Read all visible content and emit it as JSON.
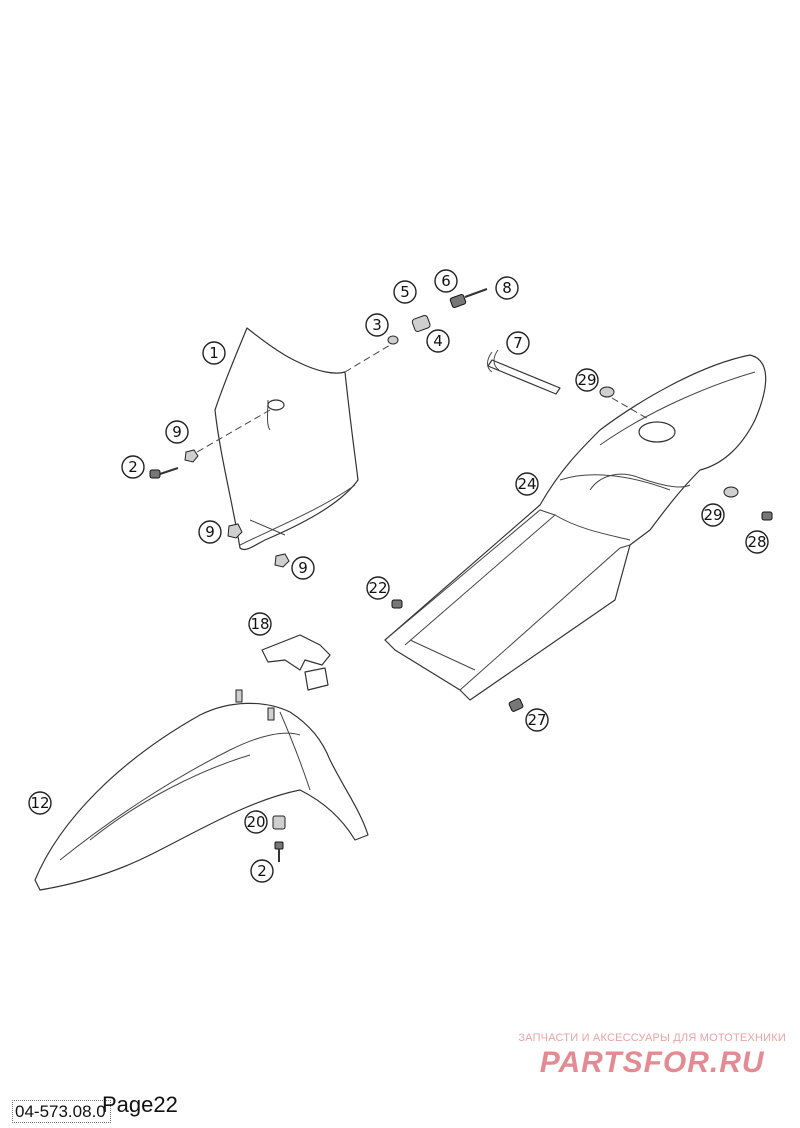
{
  "callouts": [
    "1",
    "2",
    "3",
    "4",
    "5",
    "6",
    "7",
    "8",
    "9",
    "12",
    "18",
    "20",
    "22",
    "24",
    "27",
    "28",
    "29"
  ],
  "watermark": {
    "tagline": "ЗАПЧАСТИ И АКСЕССУАРЫ ДЛЯ МОТОТЕХНИКИ",
    "logo": "PARTSFOR.RU"
  },
  "footer": {
    "doc_id": "04-573.08.0",
    "page": "Page22"
  }
}
